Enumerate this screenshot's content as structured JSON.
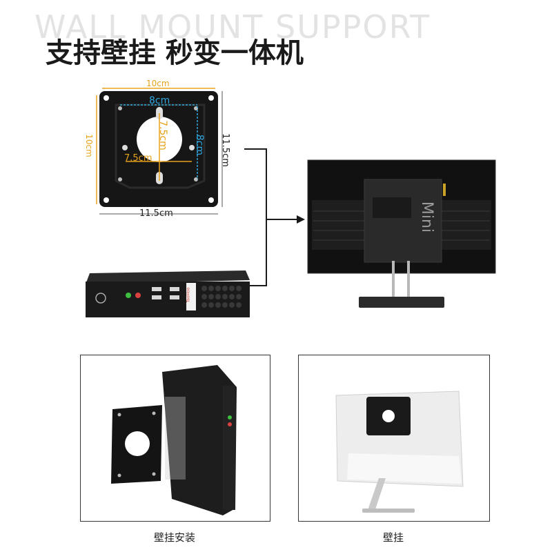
{
  "header": {
    "background_text": "WALL MOUNT SUPPORT",
    "title": "支持壁挂 秒变一体机"
  },
  "mount_plate": {
    "dim_top_outer": "10cm",
    "dim_top_inner": "8cm",
    "dim_left_outer": "10cm",
    "dim_right_inner": "8cm",
    "dim_center_vertical": "7.5cm",
    "dim_center_horizontal": "7.5cm",
    "dim_right_outer": "11.5cm",
    "dim_bottom_outer": "11.5cm"
  },
  "monitor": {
    "mini_label": "Mini"
  },
  "mini_pc": {
    "brand_label": "TaoHoo"
  },
  "captions": {
    "left_panel": "壁挂安装",
    "right_panel": "壁挂"
  },
  "colors": {
    "dimension_orange": "#e8a21a",
    "dimension_blue": "#2ea7e0",
    "plate_black": "#161616",
    "line_dark": "#1a1a1a"
  }
}
